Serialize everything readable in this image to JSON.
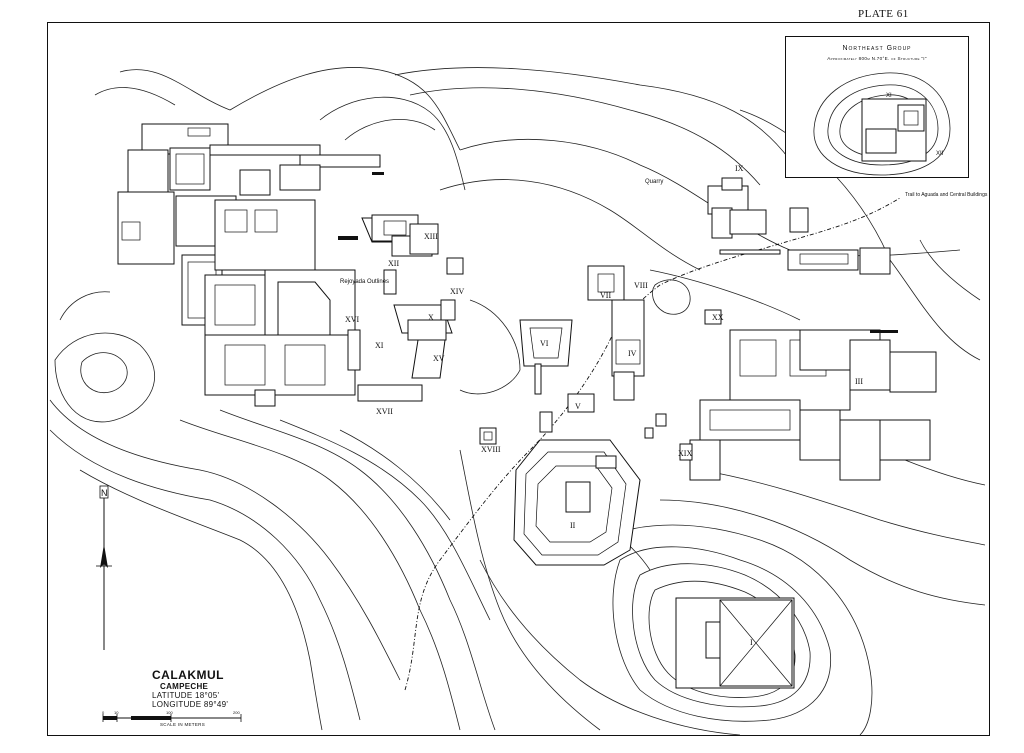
{
  "plate": "PLATE 61",
  "site": {
    "name": "CALAKMUL",
    "state": "CAMPECHE",
    "latitude": "LATITUDE 18°05'",
    "longitude": "LONGITUDE 89°49'"
  },
  "scale": {
    "ticks": [
      "0",
      "10",
      "100",
      "200"
    ],
    "caption": "SCALE IN METERS"
  },
  "north_symbol": "N",
  "inset": {
    "title": "Northeast Group",
    "subtitle": "Approximately 800m N.70°E. of Structure \"I\"",
    "labels": [
      "XI",
      "XII"
    ]
  },
  "annotations": {
    "quarry": "Quarry",
    "trail": "Trail to Aguada and Central Buildings",
    "rejoyada": "Rejoyada Outlines"
  },
  "structures": [
    "I",
    "II",
    "III",
    "IV",
    "V",
    "VI",
    "VII",
    "VIII",
    "IX",
    "X",
    "XI",
    "XII",
    "XIII",
    "XIV",
    "XV",
    "XVI",
    "XVII",
    "XVIII",
    "XIX",
    "XX"
  ],
  "colors": {
    "ink": "#111111",
    "paper": "#ffffff"
  }
}
